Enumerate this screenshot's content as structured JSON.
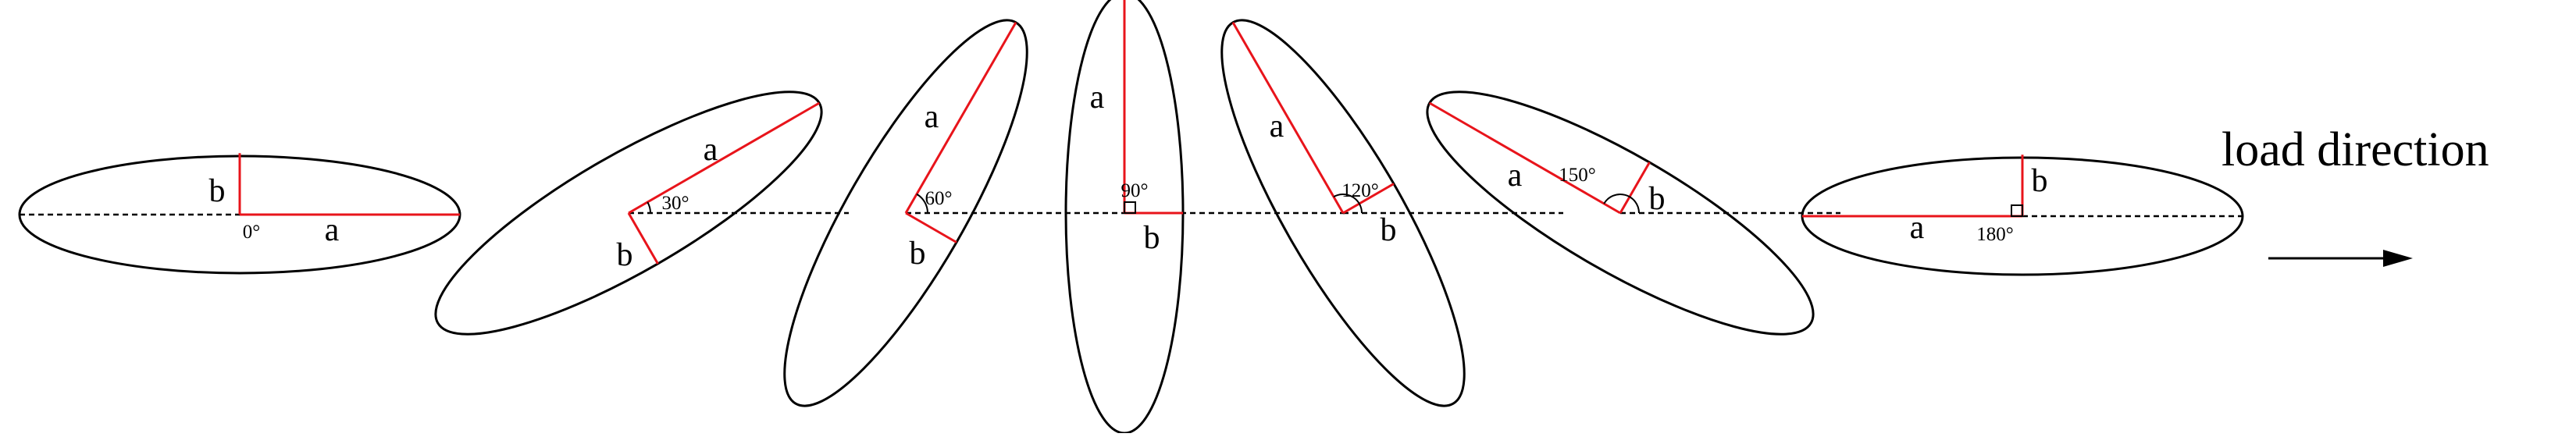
{
  "colors": {
    "outline": "#000000",
    "semi_axis": "#e8141b",
    "reference_line": "#000000",
    "background": "#ffffff"
  },
  "title": "load direction",
  "ellipses": [
    {
      "angle_deg": 0,
      "axis_a_label": "a",
      "axis_b_label": "b",
      "angle_label": "0°"
    },
    {
      "angle_deg": 30,
      "axis_a_label": "a",
      "axis_b_label": "b",
      "angle_label": "30°"
    },
    {
      "angle_deg": 60,
      "axis_a_label": "a",
      "axis_b_label": "b",
      "angle_label": "60°"
    },
    {
      "angle_deg": 90,
      "axis_a_label": "a",
      "axis_b_label": "b",
      "angle_label": "90°"
    },
    {
      "angle_deg": 120,
      "axis_a_label": "a",
      "axis_b_label": "b",
      "angle_label": "120°"
    },
    {
      "angle_deg": 150,
      "axis_a_label": "a",
      "axis_b_label": "b",
      "angle_label": "150°"
    },
    {
      "angle_deg": 180,
      "axis_a_label": "a",
      "axis_b_label": "b",
      "angle_label": "180°"
    }
  ]
}
